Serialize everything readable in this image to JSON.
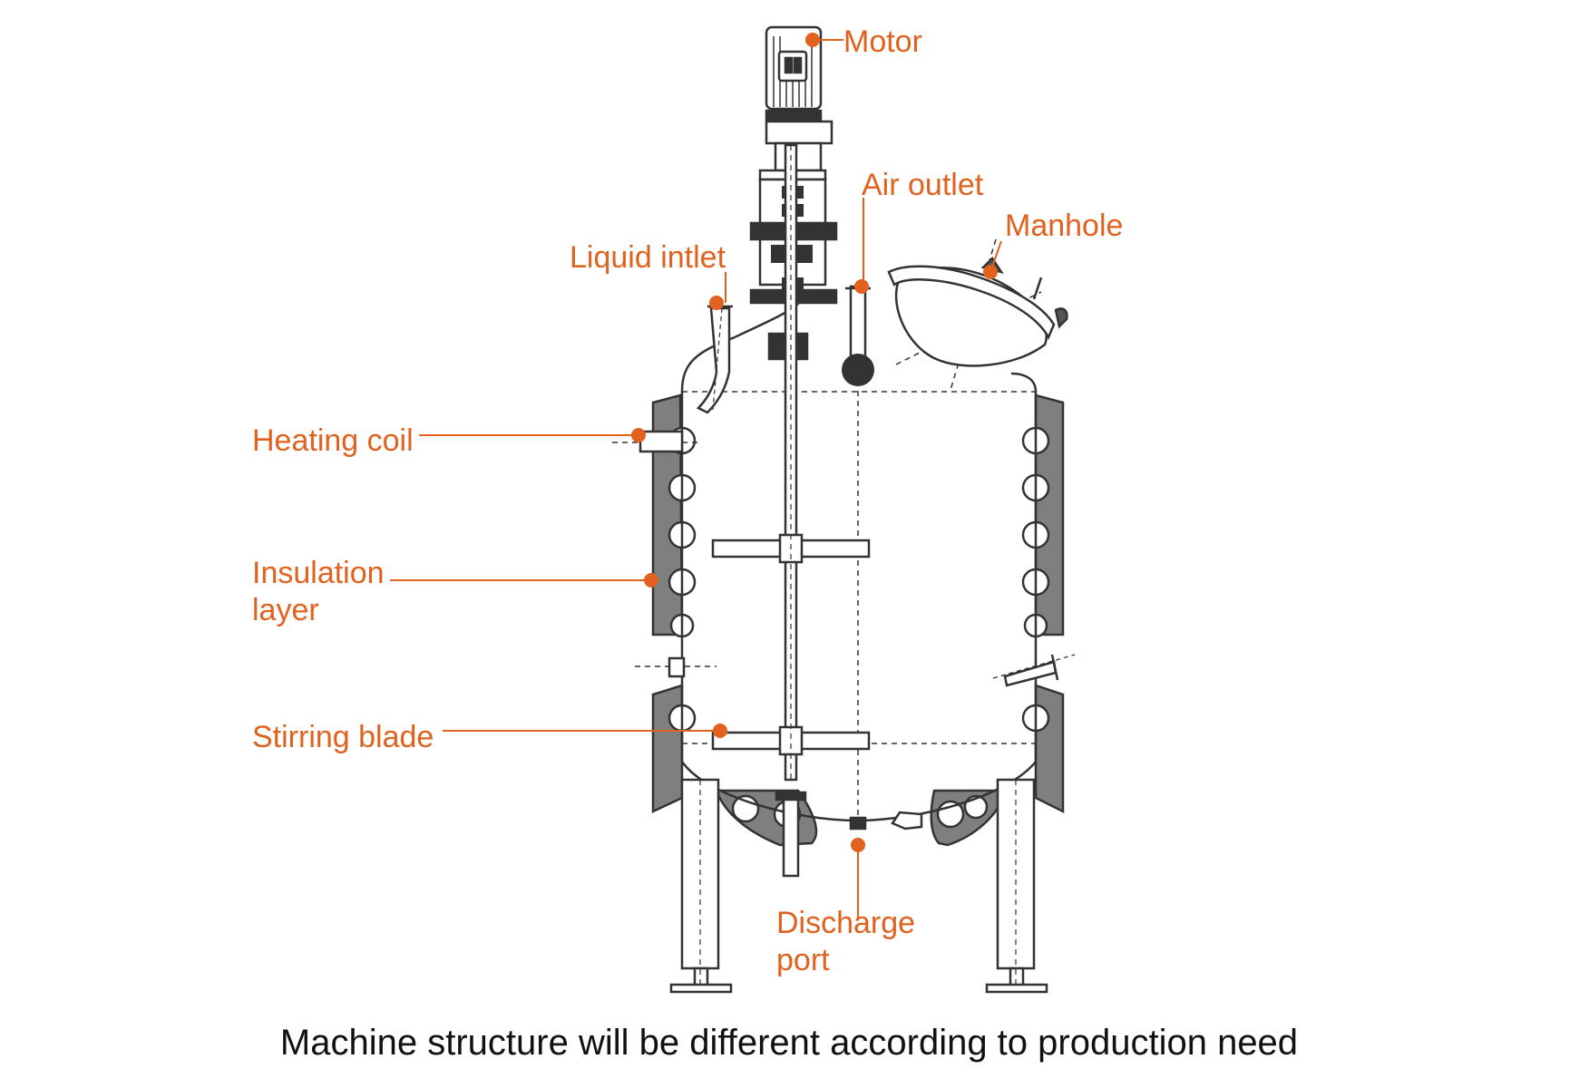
{
  "labels": {
    "motor": "Motor",
    "air_outlet": "Air outlet",
    "manhole": "Manhole",
    "liquid_inlet": "Liquid intlet",
    "heating_coil": "Heating coil",
    "insulation_layer": [
      "Insulation",
      "layer"
    ],
    "stirring_blade": "Stirring blade",
    "discharge_port": [
      "Discharge",
      "port"
    ]
  },
  "caption": "Machine structure will be different according to production need",
  "colors": {
    "accent": "#e0621e",
    "line": "#333333",
    "jacket_fill": "#7f7f7f",
    "dark_part": "#333333"
  }
}
